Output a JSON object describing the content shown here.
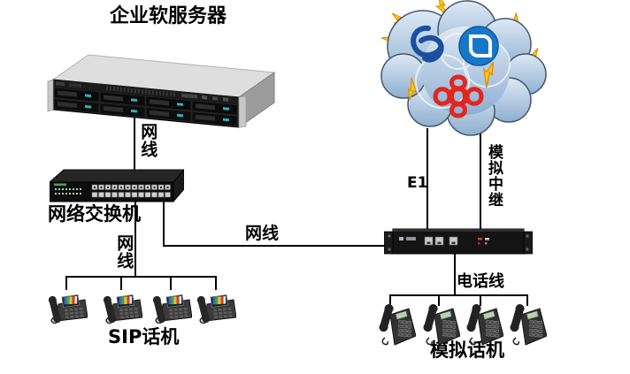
{
  "nodes": {
    "server": {
      "label": "企业软服务器"
    },
    "switch": {
      "label": "网络交换机"
    },
    "cloud": {
      "description": "operator-cloud",
      "operator_icons": [
        "china-telecom-icon",
        "china-mobile-icon",
        "china-unicom-icon"
      ],
      "decoration_icons": [
        "lightning-bolt-icon"
      ]
    },
    "gateway": {
      "description": "voip-trunk-gateway"
    },
    "sip_phones": {
      "label": "SIP话机",
      "count": 4
    },
    "analog_phones": {
      "label": "模拟话机",
      "count": 4
    }
  },
  "connections": {
    "server_to_switch": {
      "label": "网线"
    },
    "switch_to_sip_phones": {
      "label": "网线"
    },
    "switch_to_gateway": {
      "label": "网线"
    },
    "cloud_to_gateway_e1": {
      "label": "E1"
    },
    "cloud_to_gateway_analog_trunk": {
      "label": "模拟中继"
    },
    "gateway_to_analog_phones": {
      "label": "电话线"
    }
  },
  "colors": {
    "line": "#000000",
    "lightning": "#ffd400",
    "lightning_outline": "#ee8800",
    "cloud_fill_top": "#dde9f5",
    "cloud_fill_bottom": "#8fafd0",
    "telecom_blue": "#1c4fa1",
    "mobile_blue": "#1878c8",
    "unicom_red": "#e3261d"
  }
}
